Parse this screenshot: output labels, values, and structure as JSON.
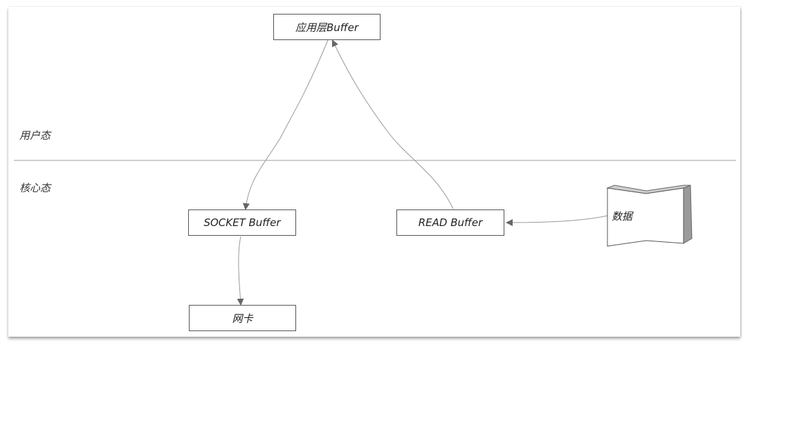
{
  "zones": {
    "user": "用户态",
    "kernel": "核心态"
  },
  "nodes": {
    "app_buffer": "应用层Buffer",
    "socket_buffer": "SOCKET Buffer",
    "read_buffer": "READ Buffer",
    "nic": "网卡",
    "data": "数据"
  },
  "colors": {
    "line": "#999999",
    "arrow": "#666666",
    "border": "#555555",
    "doc_side": "#9a9a9a"
  }
}
